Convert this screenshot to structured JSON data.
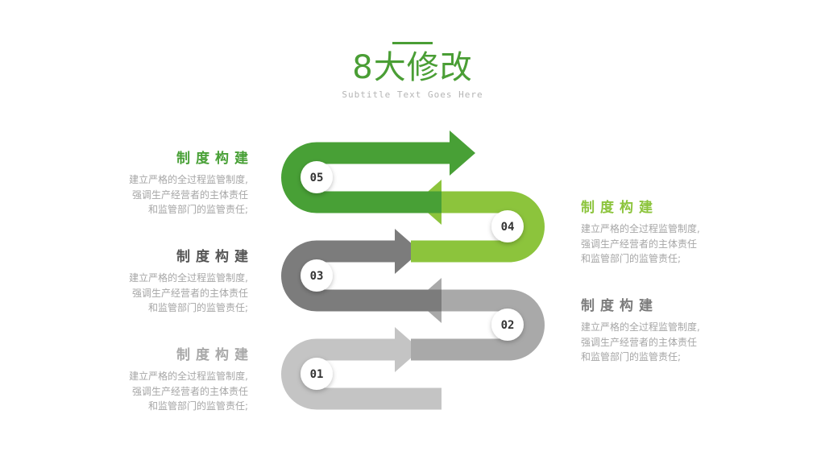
{
  "title": "8大修改",
  "subtitle": "Subtitle Text Goes Here",
  "colors": {
    "accent": "#4a9e35",
    "green_dark": "#48a036",
    "green_light": "#8cc43c",
    "gray_dark": "#7c7c7c",
    "gray_mid": "#a9a9a9",
    "gray_light": "#c4c4c4"
  },
  "steps": [
    {
      "num": "01"
    },
    {
      "num": "02",
      "heading": "制度构建",
      "desc": "建立严格的全过程监管制度,\n强调生产经营者的主体责任\n和监管部门的监管责任;"
    },
    {
      "num": "03",
      "heading": "制度构建",
      "desc": "建立严格的全过程监管制度,\n强调生产经营者的主体责任\n和监管部门的监管责任;"
    },
    {
      "num": "04",
      "heading": "制度构建",
      "desc": "建立严格的全过程监管制度,\n强调生产经营者的主体责任\n和监管部门的监管责任;"
    },
    {
      "num": "05",
      "heading": "制度构建",
      "desc": "建立严格的全过程监管制度,\n强调生产经营者的主体责任\n和监管部门的监管责任;"
    }
  ],
  "extra_block": {
    "heading": "制度构建",
    "desc": "建立严格的全过程监管制度,\n强调生产经营者的主体责任\n和监管部门的监管责任;"
  }
}
